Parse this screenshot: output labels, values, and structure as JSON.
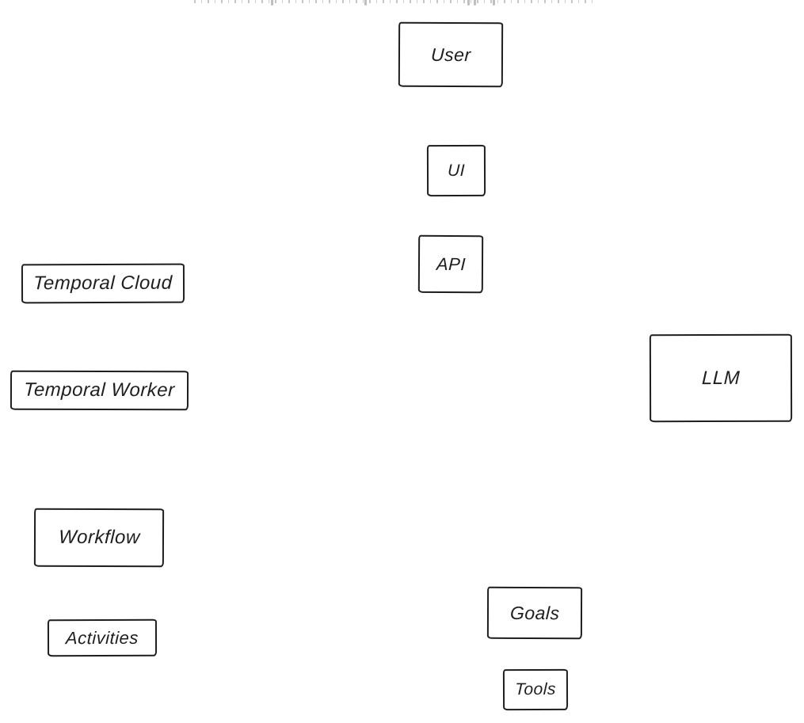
{
  "canvas": {
    "background_color": "#ffffff",
    "stroke_color": "#1e1e1e"
  },
  "diagram": {
    "style": "hand-drawn boxes, no connecting edges visible",
    "nodes": [
      {
        "id": "user",
        "label": "User"
      },
      {
        "id": "ui",
        "label": "UI"
      },
      {
        "id": "api",
        "label": "API"
      },
      {
        "id": "temporal-cloud",
        "label": "Temporal Cloud"
      },
      {
        "id": "temporal-worker",
        "label": "Temporal Worker"
      },
      {
        "id": "llm",
        "label": "LLM"
      },
      {
        "id": "workflow",
        "label": "Workflow"
      },
      {
        "id": "activities",
        "label": "Activities"
      },
      {
        "id": "goals",
        "label": "Goals"
      },
      {
        "id": "tools",
        "label": "Tools"
      }
    ],
    "edges": []
  }
}
